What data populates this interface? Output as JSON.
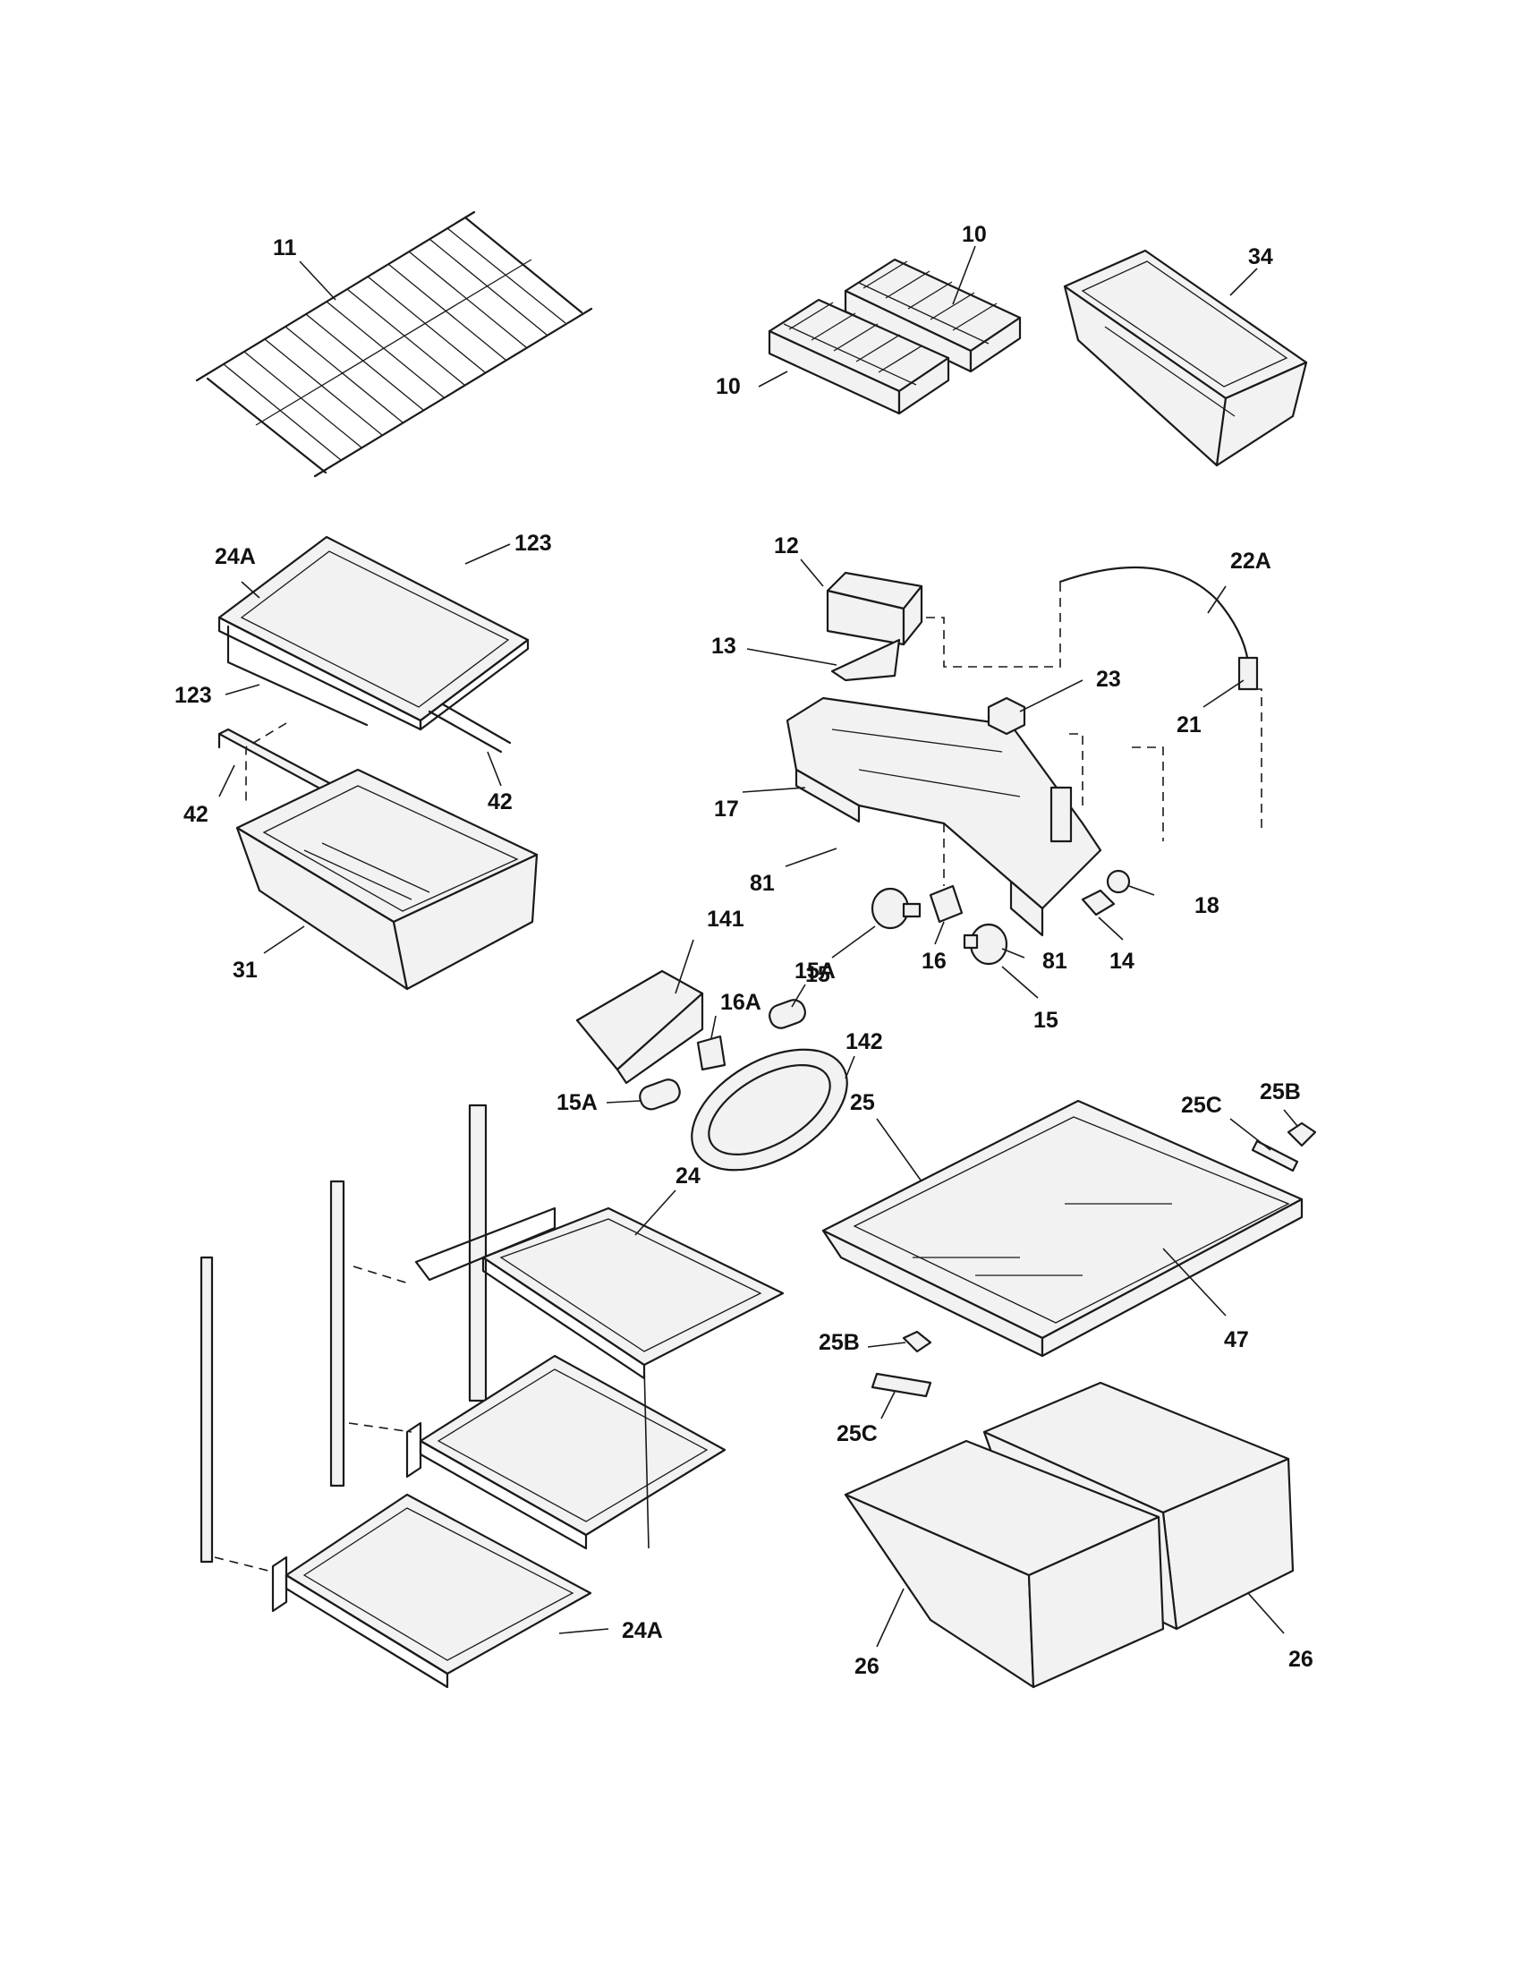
{
  "callouts": {
    "c11": "11",
    "c10a": "10",
    "c10b": "10",
    "c34": "34",
    "c24a_top": "24A",
    "c123a": "123",
    "c123b": "123",
    "c42a": "42",
    "c42b": "42",
    "c31": "31",
    "c12": "12",
    "c22a": "22A",
    "c13": "13",
    "c23": "23",
    "c21": "21",
    "c17": "17",
    "c81a": "81",
    "c81b": "81",
    "c18": "18",
    "c141": "141",
    "c15a": "15",
    "c15b": "15",
    "c16": "16",
    "c14": "14",
    "c16a": "16A",
    "c15a_1": "15A",
    "c15a_2": "15A",
    "c142": "142",
    "c25": "25",
    "c25b_1": "25B",
    "c25c_1": "25C",
    "c24": "24",
    "c47": "47",
    "c25b_2": "25B",
    "c25c_2": "25C",
    "c24a_bottom": "24A",
    "c26a": "26",
    "c26b": "26"
  },
  "parts": {
    "wire_shelf": "wire-shelf",
    "ice_tray": "ice-cube-tray",
    "ice_bin": "ice-bin",
    "glass_shelf": "glass-shelf",
    "crisper_drawer": "crisper-drawer",
    "light_housing": "light-housing",
    "light_bulb": "light-bulb",
    "light_socket": "light-socket",
    "light_cover": "light-cover",
    "shelf_rail": "shelf-rail",
    "pantry_cover": "pantry-cover",
    "vegetable_pan": "vegetable-pan"
  }
}
